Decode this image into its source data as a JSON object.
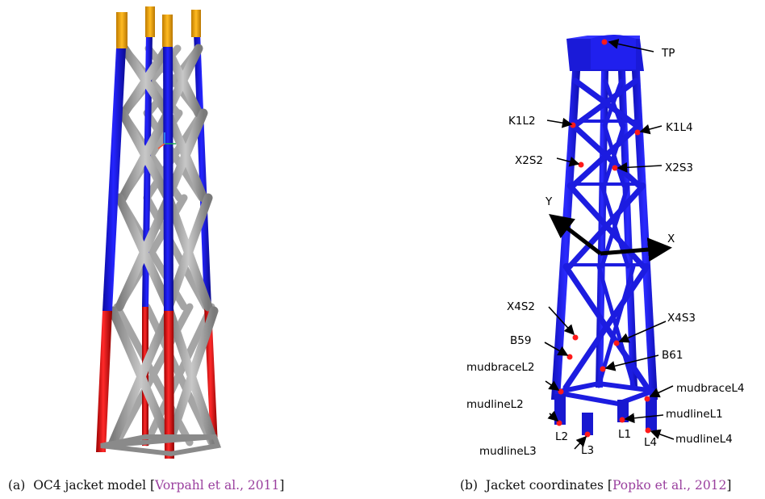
{
  "figure": {
    "a": {
      "tag": "(a)",
      "text": "OC4 jacket model [",
      "cite": "Vorpahl et al., 2011",
      "close": "]"
    },
    "b": {
      "tag": "(b)",
      "text": "Jacket coordinates [",
      "cite": "Popko et al., 2012",
      "close": "]"
    }
  },
  "labels": {
    "tp": "TP",
    "k1l2": "K1L2",
    "k1l4": "K1L4",
    "x2s2": "X2S2",
    "x2s3": "X2S3",
    "axis_y": "Y",
    "axis_x": "X",
    "x4s2": "X4S2",
    "x4s3": "X4S3",
    "b59": "B59",
    "b61": "B61",
    "mudbracel2": "mudbraceL2",
    "mudbracel4": "mudbraceL4",
    "mudlinel2": "mudlineL2",
    "mudlinel1": "mudlineL1",
    "mudlinel3": "mudlineL3",
    "mudlinel4": "mudlineL4",
    "l1": "L1",
    "l2": "L2",
    "l3": "L3",
    "l4": "L4"
  },
  "colors": {
    "leg_blue": "#1414e0",
    "leg_red": "#dd1111",
    "brace_gray": "#a8a8a8",
    "cap_orange": "#f0a500",
    "jacket_blue": "#1d1de6",
    "marker_red": "#ff1a1a",
    "citation": "#9a3f9e"
  }
}
